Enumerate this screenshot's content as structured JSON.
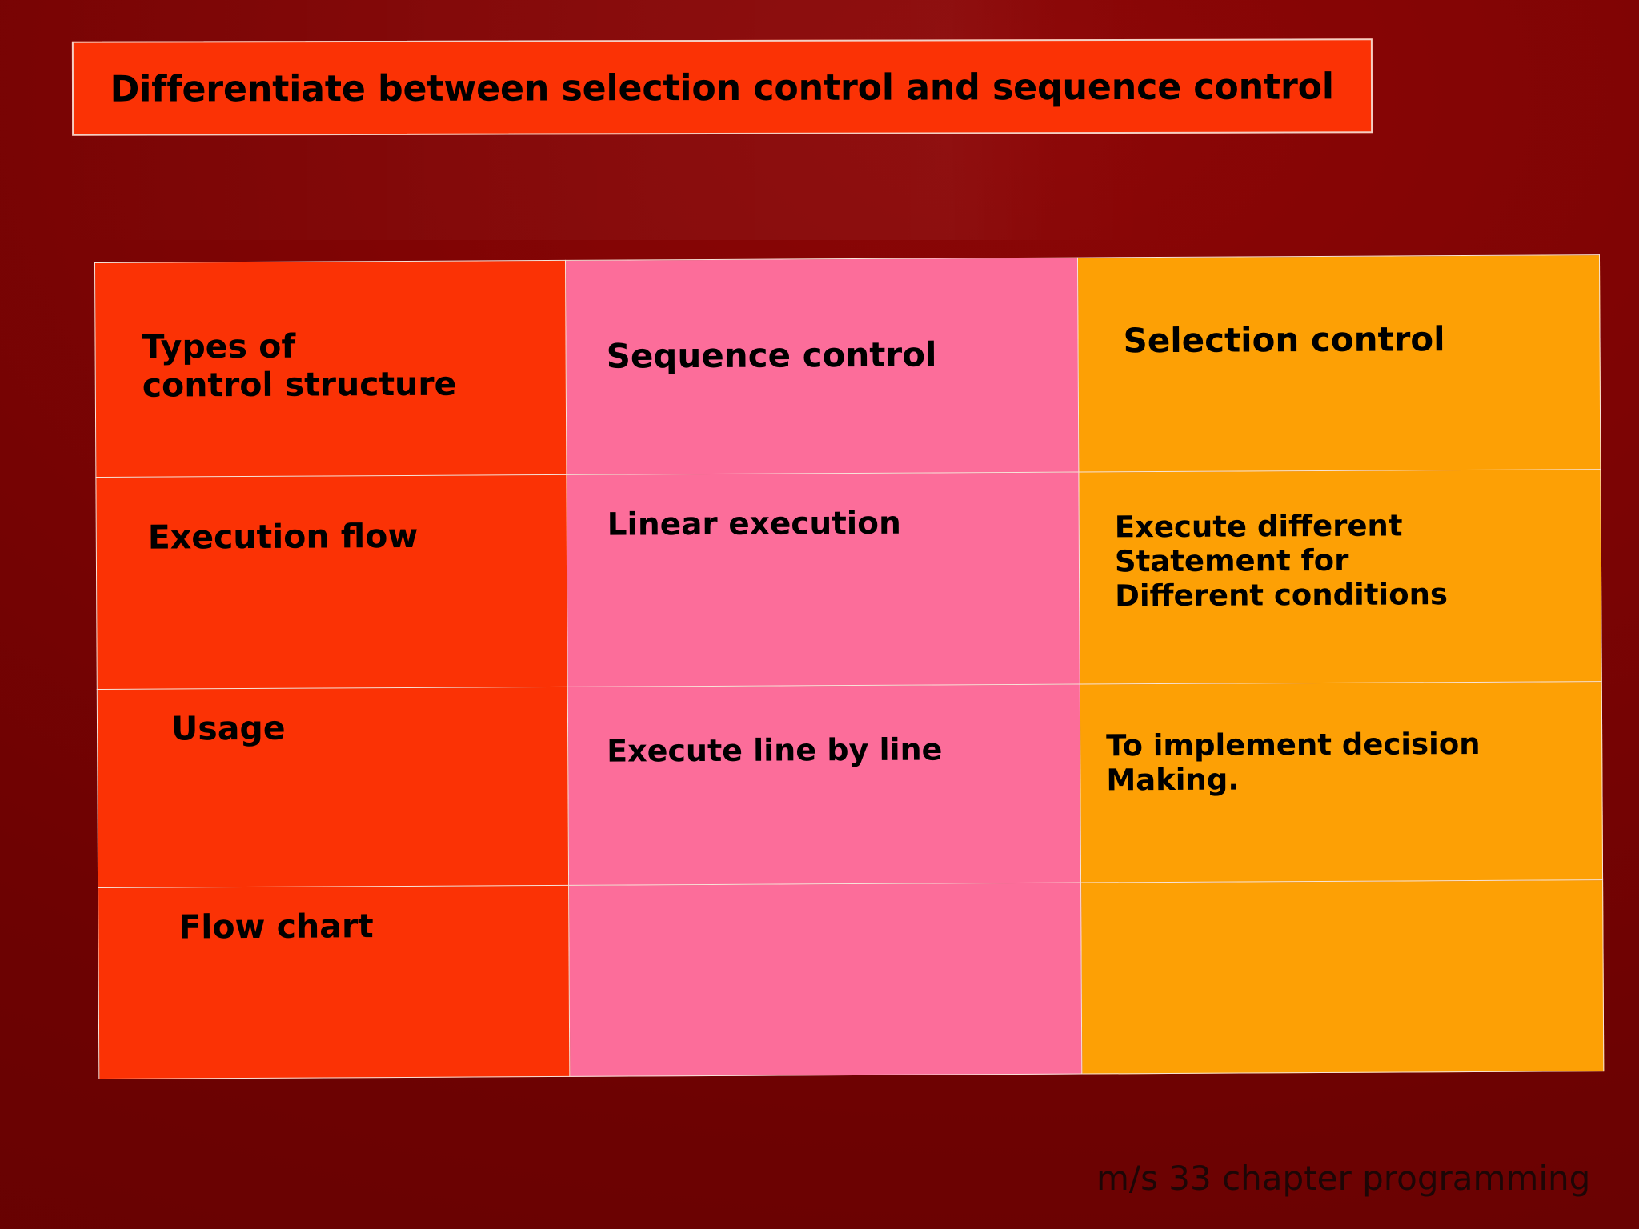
{
  "slide": {
    "title": "Differentiate between selection control and sequence control",
    "footer": "m/s 33 chapter programming",
    "colors": {
      "background": "#7d0404",
      "title_banner": "#fb3205",
      "title_border": "#f3cfc4",
      "column_left": "#fb3205",
      "column_middle": "#fc6d9a",
      "column_right": "#fda005",
      "cell_border": "#f7e4d9",
      "text": "#000000"
    }
  },
  "table": {
    "columns": [
      {
        "key": "aspect",
        "header": "Types of\ncontrol structure"
      },
      {
        "key": "sequence",
        "header": "Sequence control"
      },
      {
        "key": "selection",
        "header": "Selection control"
      }
    ],
    "rows": [
      {
        "aspect": "Execution flow",
        "sequence": "Linear execution",
        "selection": "Execute different\nStatement for\nDifferent conditions"
      },
      {
        "aspect": "Usage",
        "sequence": "Execute line by line",
        "selection": "To implement decision\nMaking."
      },
      {
        "aspect": "Flow chart",
        "sequence": "",
        "selection": ""
      }
    ]
  }
}
